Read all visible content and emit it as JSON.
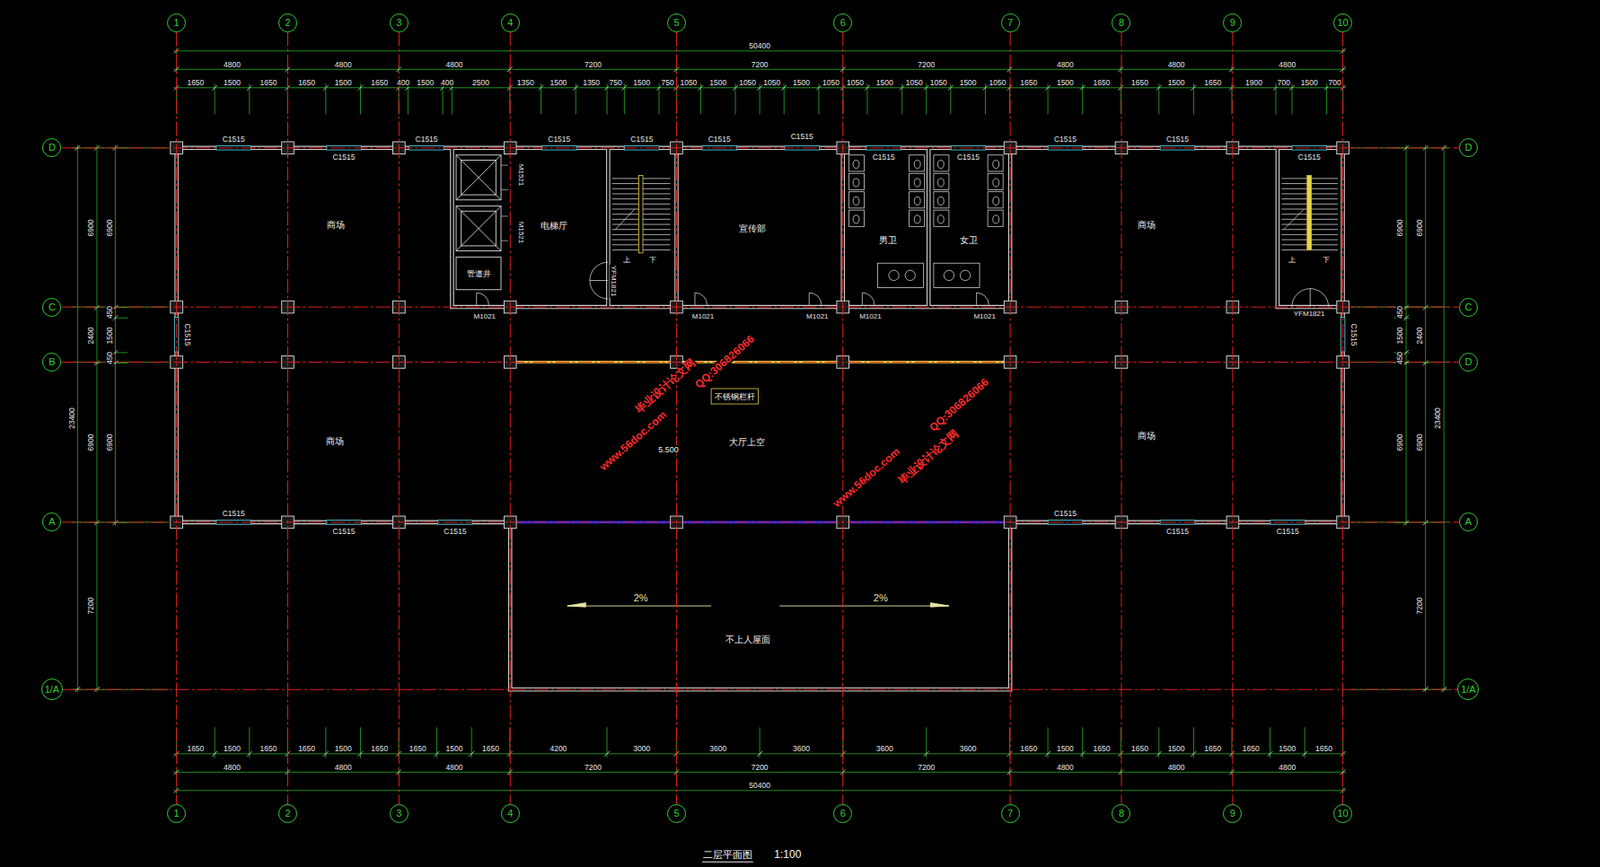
{
  "diagram": {
    "title": "二层平面图",
    "nodes": [
      {
        "text": [
          "1"
        ]
      },
      {
        "text": [
          "2"
        ]
      },
      {
        "text": [
          "3"
        ]
      },
      {
        "text": [
          "4"
        ]
      },
      {
        "text": [
          "5"
        ]
      },
      {
        "text": [
          "6"
        ]
      },
      {
        "text": [
          "7"
        ]
      },
      {
        "text": [
          "8"
        ]
      },
      {
        "text": [
          "9"
        ]
      },
      {
        "text": [
          "10"
        ]
      },
      {
        "text": [
          "D"
        ]
      },
      {
        "text": [
          "C"
        ]
      },
      {
        "text": [
          "B"
        ]
      },
      {
        "text": [
          "A"
        ]
      },
      {
        "text": [
          "1/A"
        ]
      },
      {
        "text": [
          "D"
        ]
      },
      {
        "text": [
          "C"
        ]
      },
      {
        "text": [
          "D"
        ]
      },
      {
        "text": [
          "A"
        ]
      },
      {
        "text": [
          "1/A"
        ]
      },
      {
        "text": [
          "1"
        ]
      },
      {
        "text": [
          "2"
        ]
      },
      {
        "text": [
          "3"
        ]
      },
      {
        "text": [
          "4"
        ]
      },
      {
        "text": [
          "5"
        ]
      },
      {
        "text": [
          "6"
        ]
      },
      {
        "text": [
          "7"
        ]
      },
      {
        "text": [
          "8"
        ]
      },
      {
        "text": [
          "9"
        ]
      },
      {
        "text": [
          "10"
        ]
      }
    ],
    "edges": [
      {
        "from": 0,
        "to": 20,
        "arrow": "none"
      },
      {
        "from": 1,
        "to": 21,
        "arrow": "none"
      },
      {
        "from": 2,
        "to": 22,
        "arrow": "none"
      },
      {
        "from": 3,
        "to": 23,
        "arrow": "none"
      },
      {
        "from": 4,
        "to": 24,
        "arrow": "none"
      },
      {
        "from": 5,
        "to": 25,
        "arrow": "none"
      },
      {
        "from": 6,
        "to": 26,
        "arrow": "none"
      },
      {
        "from": 7,
        "to": 27,
        "arrow": "none"
      },
      {
        "from": 8,
        "to": 28,
        "arrow": "none"
      },
      {
        "from": 9,
        "to": 29,
        "arrow": "none"
      },
      {
        "from": 10,
        "to": 15,
        "arrow": "none"
      },
      {
        "from": 11,
        "to": 16,
        "arrow": "none"
      },
      {
        "from": 12,
        "to": 17,
        "arrow": "none"
      },
      {
        "from": 13,
        "to": 18,
        "arrow": "none"
      },
      {
        "from": 14,
        "to": 19,
        "arrow": "none"
      }
    ],
    "labels": [
      "50400",
      "4800",
      "4800",
      "4800",
      "7200",
      "7200",
      "7200",
      "4800",
      "4800",
      "4800",
      "1650",
      "1500",
      "1650",
      "1650",
      "1500",
      "1650",
      "400",
      "1500",
      "400",
      "2500",
      "1350",
      "1500",
      "1350",
      "750",
      "1500",
      "750",
      "1050",
      "1500",
      "1050",
      "1050",
      "1500",
      "1050",
      "1050",
      "1500",
      "1050",
      "1050",
      "1500",
      "1050",
      "1650",
      "1500",
      "1650",
      "1650",
      "1500",
      "1650",
      "1900",
      "700",
      "1500",
      "700",
      "1650",
      "1500",
      "1650",
      "1650",
      "1500",
      "1650",
      "1650",
      "1500",
      "1650",
      "4200",
      "3000",
      "3600",
      "3600",
      "3600",
      "3600",
      "1650",
      "1500",
      "1650",
      "1650",
      "1500",
      "1650",
      "1650",
      "1500",
      "1650",
      "4800",
      "4800",
      "4800",
      "7200",
      "7200",
      "7200",
      "4800",
      "4800",
      "4800",
      "50400",
      "23400",
      "6900",
      "2400",
      "6900",
      "7200",
      "6900",
      "450",
      "1500",
      "450",
      "6900",
      "6900",
      "450",
      "1500",
      "450",
      "6900",
      "6900",
      "2400",
      "6900",
      "7200",
      "23400",
      "C1515",
      "C1515",
      "C1515",
      "C1515",
      "C1515",
      "C1515",
      "C1515",
      "C1515",
      "C1515",
      "C1515",
      "C1515",
      "C1515",
      "M1521",
      "M1521",
      "商场",
      "电梯厅",
      "宣传部",
      "男卫",
      "女卫",
      "商场",
      "上",
      "下",
      "上",
      "下",
      "管道井",
      "YFM1821",
      "M1021",
      "M1021",
      "M1021",
      "M1021",
      "M1021",
      "YFM1821",
      "C1515",
      "C1515",
      "不锈钢栏杆",
      "商场",
      "5.500",
      "大厅上空",
      "商场",
      "C1515",
      "C1515",
      "C1515",
      "C1515",
      "C1515",
      "C1515",
      "2%",
      "2%",
      "不上人屋面",
      "1:100",
      "毕业设计论文网",
      "www.56doc.com",
      "QQ:306826066",
      "毕业设计论文网",
      "www.56doc.com",
      "QQ:306826066"
    ]
  }
}
